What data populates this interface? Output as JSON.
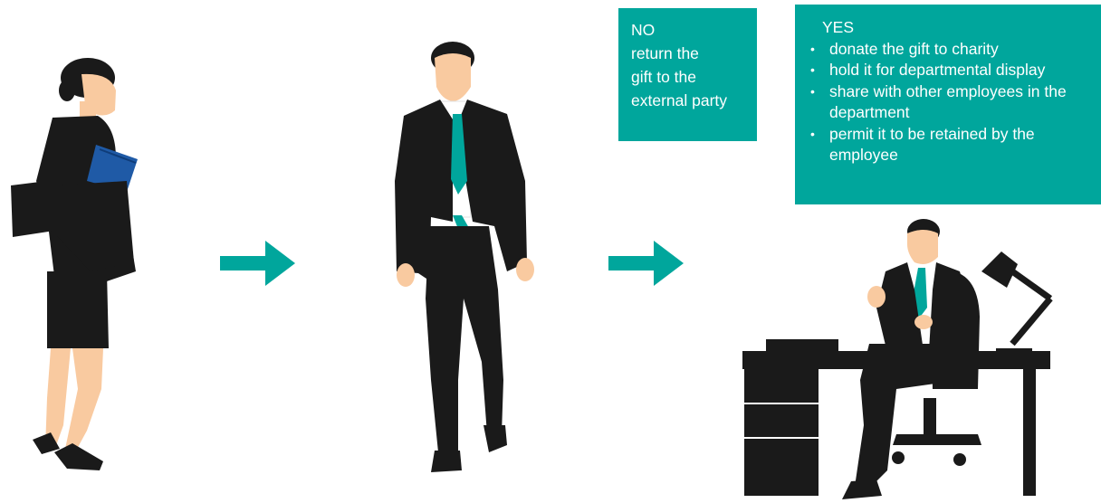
{
  "no_box": {
    "lines": [
      "NO",
      "return the",
      "gift to the",
      "external party"
    ]
  },
  "yes_box": {
    "title": "YES",
    "items": [
      "donate the gift to charity",
      "hold it for departmental display",
      "share with other employees in the department",
      "permit it to be retained by the employee"
    ]
  },
  "colors": {
    "accent": "#00a69c",
    "silhouette": "#1a1a1a",
    "skin": "#f9caa0",
    "folder": "#1f5aa6"
  },
  "icons": {
    "arrow1": "right-arrow-icon",
    "arrow2": "right-arrow-icon"
  }
}
